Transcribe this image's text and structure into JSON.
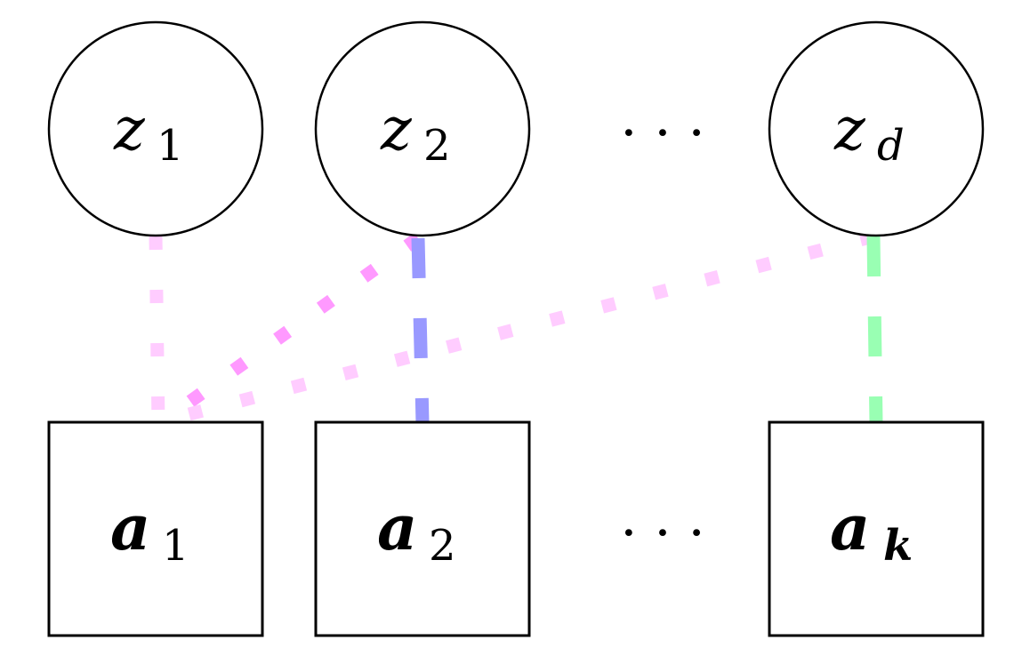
{
  "diagram": {
    "type": "graphical-model",
    "latent_nodes": [
      {
        "id": "z1",
        "base": "z",
        "subscript": "1",
        "subscript_italic": false
      },
      {
        "id": "z2",
        "base": "z",
        "subscript": "2",
        "subscript_italic": false
      },
      {
        "id": "zd",
        "base": "z",
        "subscript": "d",
        "subscript_italic": true
      }
    ],
    "observed_nodes": [
      {
        "id": "a1",
        "base": "a",
        "subscript": "1",
        "subscript_italic": false
      },
      {
        "id": "a2",
        "base": "a",
        "subscript": "2",
        "subscript_italic": false
      },
      {
        "id": "ak",
        "base": "a",
        "subscript": "k",
        "subscript_italic": true
      }
    ],
    "ellipsis": "· · ·",
    "edges": [
      {
        "from": "z1",
        "to": "a1",
        "style": "dotted",
        "color": "#ffccff"
      },
      {
        "from": "z2",
        "to": "a1",
        "style": "dotted",
        "color": "#ff99ff"
      },
      {
        "from": "zd",
        "to": "a1",
        "style": "dotted",
        "color": "#ffccff"
      },
      {
        "from": "z2",
        "to": "a2",
        "style": "dashed",
        "color": "#9999ff"
      },
      {
        "from": "zd",
        "to": "ak",
        "style": "dashed",
        "color": "#99ffb3"
      }
    ]
  }
}
